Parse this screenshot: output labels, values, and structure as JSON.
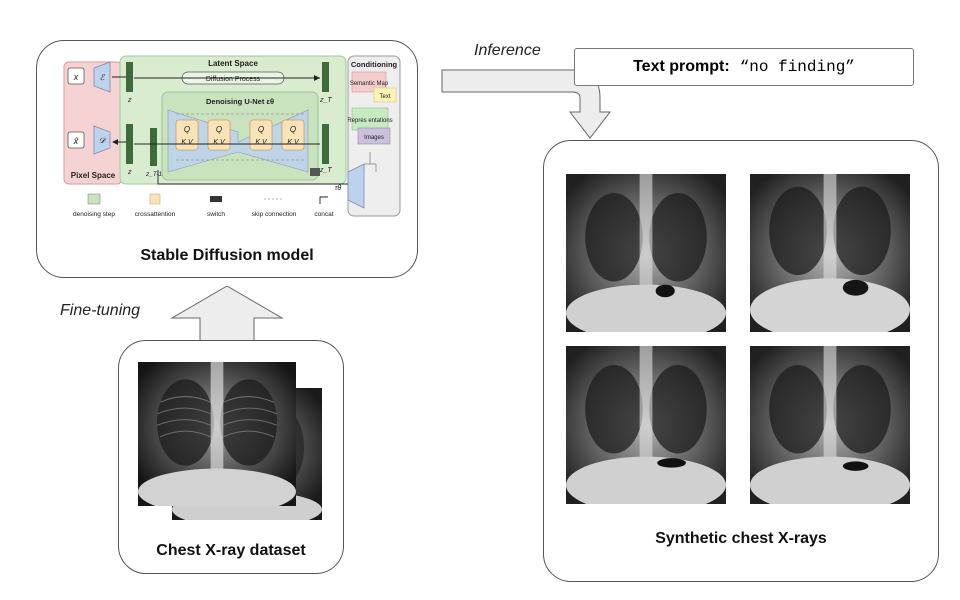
{
  "model_panel": {
    "caption": "Stable Diffusion model",
    "diagram": {
      "latent_space": "Latent Space",
      "diffusion_process": "Diffusion Process",
      "denoising_unet": "Denoising U-Net εθ",
      "pixel_space": "Pixel Space",
      "conditioning": "Conditioning",
      "cond_items": [
        "Semantic Map",
        "Text",
        "Repres entations",
        "Images"
      ],
      "var_x": "x",
      "var_x_tilde": "x̃",
      "encoder": "ℰ",
      "decoder": "𝒟",
      "z": "z",
      "z_T": "z_T",
      "z_T1": "z_T-1",
      "tau": "τθ",
      "qkv_q": "Q",
      "qkv_kv": "K V",
      "legend": [
        "denoising step",
        "crossattention",
        "switch",
        "skip connection",
        "concat"
      ]
    }
  },
  "dataset_panel": {
    "caption": "Chest X-ray dataset"
  },
  "synthetic_panel": {
    "caption": "Synthetic chest X-rays"
  },
  "labels": {
    "inference": "Inference",
    "fine_tuning": "Fine-tuning"
  },
  "prompt": {
    "label": "Text prompt:",
    "value": "“no finding”"
  },
  "colors": {
    "latent_green": "#d9ecd0",
    "pixel_pink": "#f6d3d3",
    "unet_blue": "#bcd3ee",
    "qkv_orange": "#fbe3b8",
    "arrow_gray": "#ededed"
  }
}
